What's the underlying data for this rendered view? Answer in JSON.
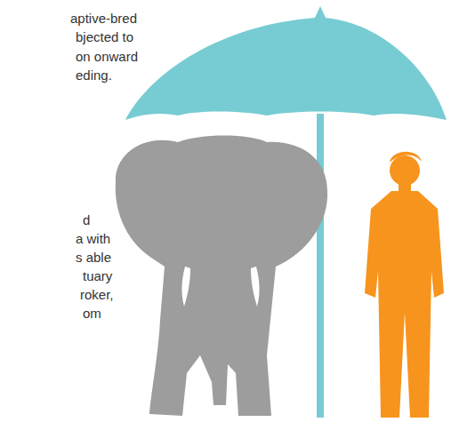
{
  "diagram": {
    "labels": [
      "aptive-bred",
      "bjected to",
      "on onward",
      "eding.",
      "d",
      "a with",
      "s able",
      "tuary",
      "roker,",
      "om"
    ]
  }
}
